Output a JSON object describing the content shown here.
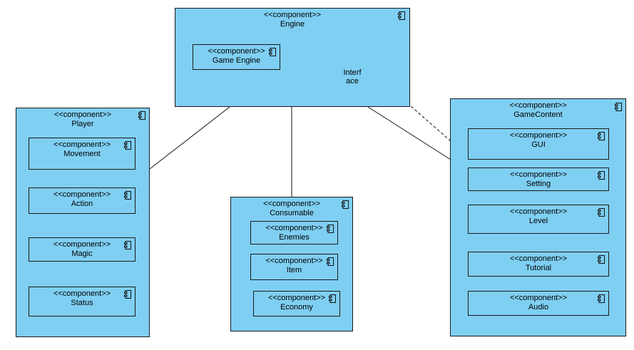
{
  "stereotype": "<<component>>",
  "engine": {
    "name": "Engine",
    "game_engine": "Game Engine",
    "interface_label_1": "Interf",
    "interface_label_2": "ace"
  },
  "player": {
    "name": "Player",
    "children": [
      "Movement",
      "Action",
      "Magic",
      "Status"
    ]
  },
  "consumable": {
    "name": "Consumable",
    "children": [
      "Enemies",
      "Item",
      "Economy"
    ]
  },
  "game_content": {
    "name": "GameContent",
    "children": [
      "GUI",
      "Setting",
      "Level",
      "Tutorial",
      "Audio"
    ]
  },
  "colors": {
    "component_fill": "#7fcff3",
    "border": "#1a1a1a"
  },
  "icon": "component-icon"
}
